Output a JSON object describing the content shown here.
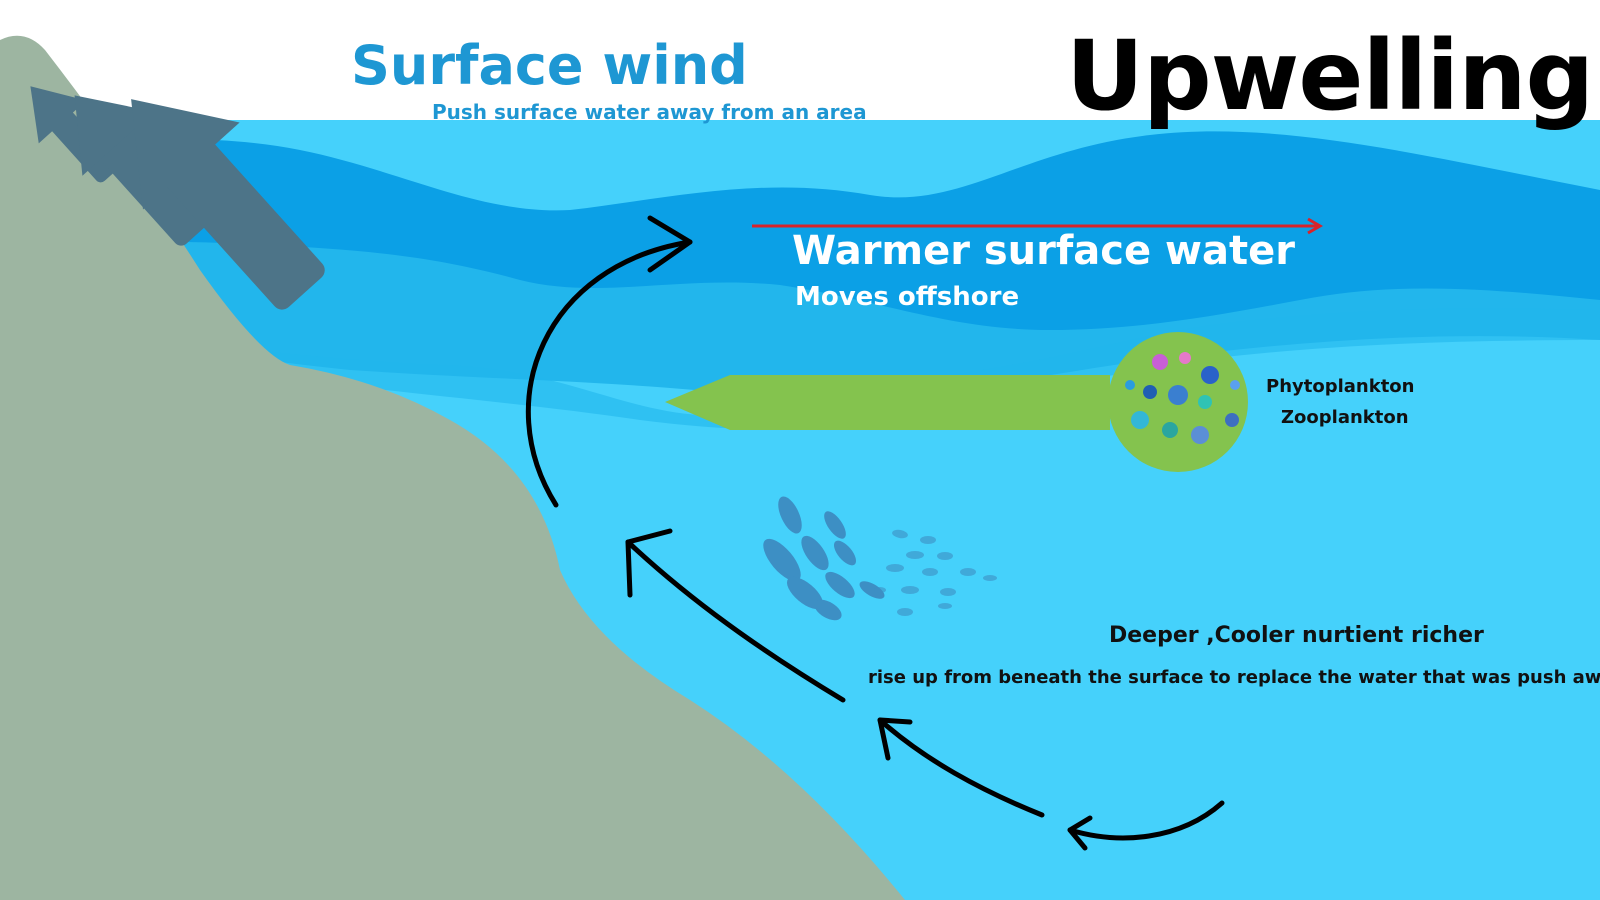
{
  "title": "Upwelling",
  "surface_wind": {
    "title": "Surface wind",
    "subtitle": "Push surface water away from an area"
  },
  "warm_water": {
    "title": "Warmer surface water",
    "subtitle": "Moves offshore"
  },
  "plankton": {
    "line1": "Phytoplankton",
    "line2": "Zooplankton"
  },
  "deep_water": {
    "title": "Deeper ,Cooler nurtient richer",
    "subtitle": "rise up from beneath the surface to replace the water that was push away"
  },
  "colors": {
    "land": "#9db5a1",
    "ocean_deep": "#45d1fb",
    "wave_mid": "#22b6ec",
    "wave_top": "#0ba0e6",
    "wind_arrow": "#4d7488",
    "green_arrow": "#84c34e",
    "offshore_arrow": "#d8232a",
    "fish": "#3d8fc4",
    "wind_text": "#1e97d3"
  },
  "icons": [
    "wind-arrow-icon",
    "offshore-red-arrow-icon",
    "circulation-arrow-icon",
    "green-arrow-icon",
    "plankton-circle-icon",
    "fish-school-icon"
  ]
}
